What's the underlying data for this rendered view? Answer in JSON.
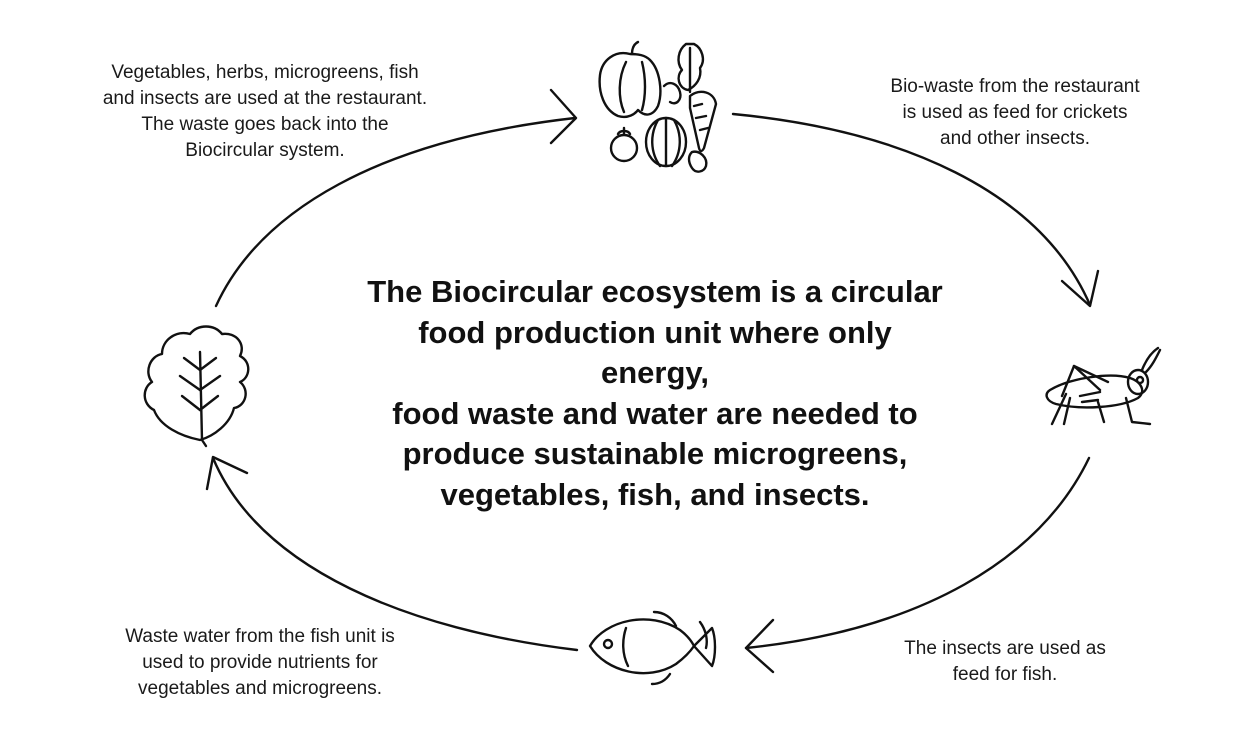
{
  "center_text": "The Biocircular ecosystem is a circular\nfood production unit where only energy,\nfood waste and water are needed to\nproduce sustainable microgreens,\nvegetables, fish, and insects.",
  "steps": {
    "restaurant": "Vegetables, herbs, microgreens, fish\nand insects are used at the restaurant.\nThe waste goes back into the\nBiocircular system.",
    "biowaste": "Bio-waste from the restaurant\nis used as feed for crickets\nand other insects.",
    "insects": "The insects are used as\nfeed for fish.",
    "fish_water": "Waste water from the fish unit is\nused to provide nutrients for\nvegetables and microgreens."
  },
  "icons": {
    "top": "vegetables-icon",
    "right": "cricket-icon",
    "bottom": "fish-icon",
    "left": "lettuce-leaf-icon"
  }
}
